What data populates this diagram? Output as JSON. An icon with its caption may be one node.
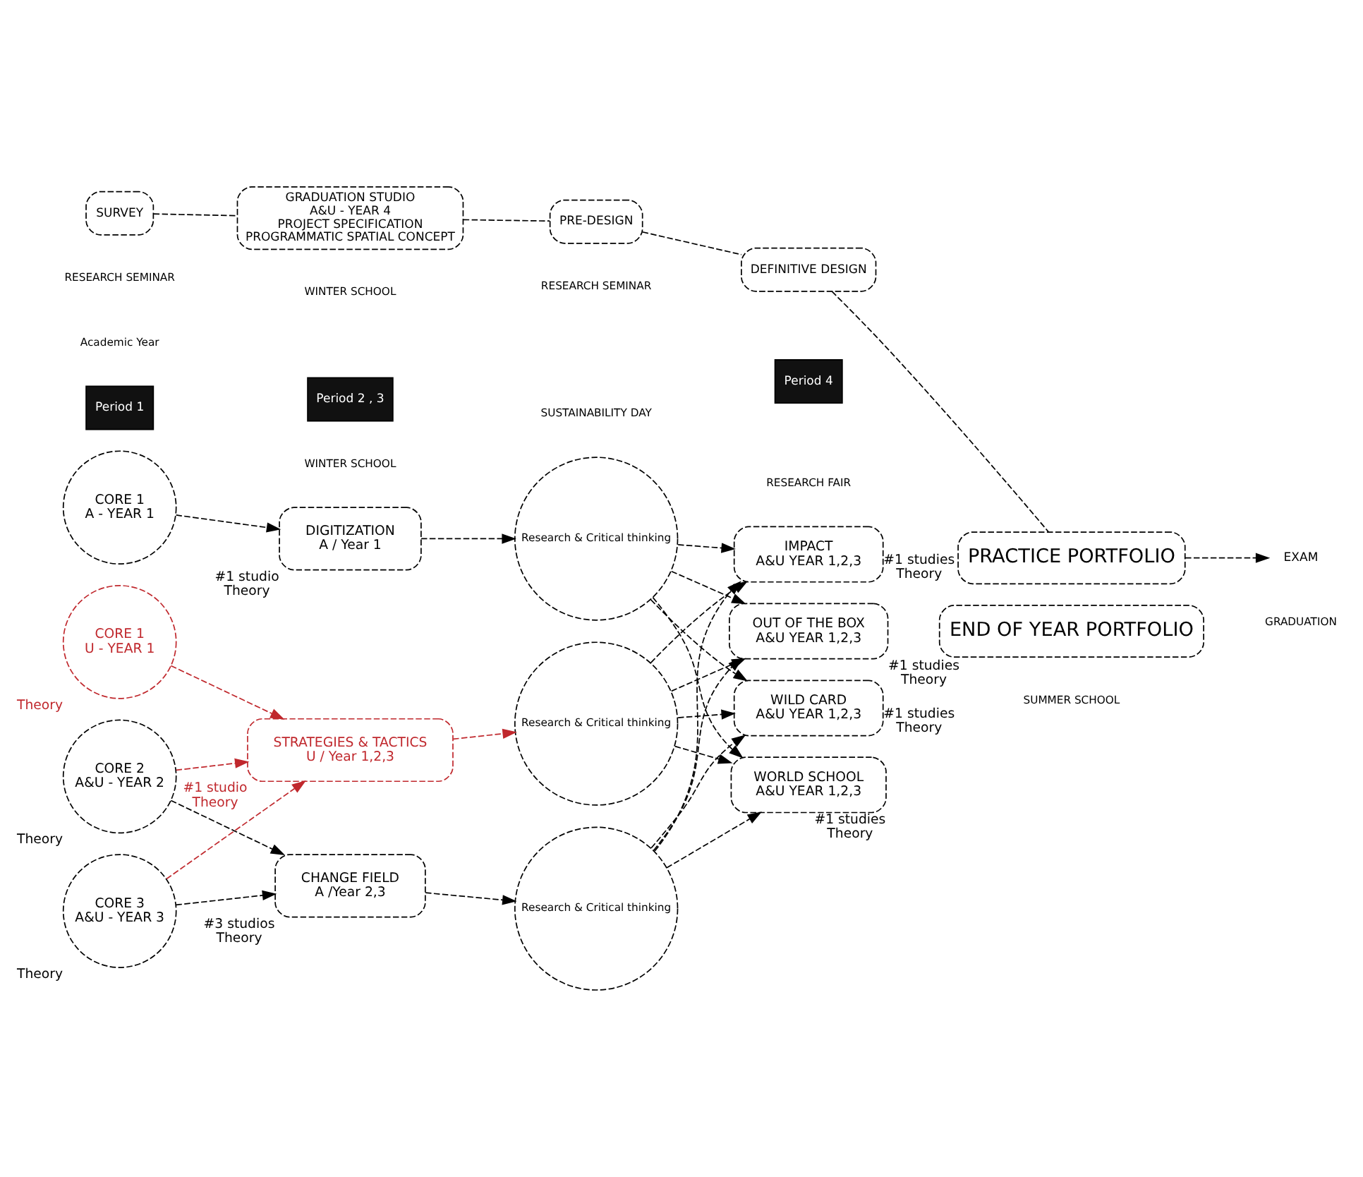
{
  "diagram": {
    "nodes": [
      {
        "text": [
          "Period 1"
        ]
      },
      {
        "text": [
          "Period 2 , 3"
        ]
      },
      {
        "text": [
          "Period 4"
        ]
      },
      {
        "text": [
          "CORE 1",
          "A - YEAR 1"
        ]
      },
      {
        "text": [
          "CORE 1",
          "U - YEAR 1"
        ],
        "beside": [
          "Theory"
        ]
      },
      {
        "text": [
          "CORE 2",
          "A&U - YEAR 2"
        ],
        "beside": [
          "Theory"
        ]
      },
      {
        "text": [
          "CORE 3",
          "A&U - YEAR 3"
        ],
        "beside": [
          "Theory"
        ]
      },
      {
        "text": [
          "DIGITIZATION",
          "A / Year 1"
        ],
        "beside": [
          "#1 studio",
          "Theory"
        ]
      },
      {
        "text": [
          "STRATEGIES & TACTICS",
          "U / Year 1,2,3"
        ],
        "beside": [
          "#1 studio",
          "Theory"
        ]
      },
      {
        "text": [
          "CHANGE FIELD",
          "A /Year 2,3"
        ],
        "beside": [
          "#3 studios",
          "Theory"
        ]
      },
      {
        "text": [
          "Research & Critical thinking"
        ]
      },
      {
        "text": [
          "Research & Critical thinking"
        ]
      },
      {
        "text": [
          "Research & Critical thinking"
        ]
      },
      {
        "text": [
          "IMPACT",
          "A&U YEAR 1,2,3"
        ],
        "beside": [
          "#1 studies",
          "Theory"
        ]
      },
      {
        "text": [
          "OUT OF THE BOX",
          "A&U YEAR 1,2,3"
        ],
        "beside": [
          "#1 studies",
          "Theory"
        ]
      },
      {
        "text": [
          "WILD CARD",
          "A&U YEAR 1,2,3"
        ],
        "beside": [
          "#1 studies",
          "Theory"
        ]
      },
      {
        "text": [
          "WORLD SCHOOL",
          "A&U YEAR 1,2,3"
        ],
        "beside": [
          "#1 studies",
          "Theory"
        ]
      },
      {
        "text": [
          "PRACTICE PORTFOLIO"
        ]
      },
      {
        "text": [
          "END OF YEAR PORTFOLIO"
        ]
      },
      {
        "text": [
          "SURVEY"
        ]
      },
      {
        "text": [
          "GRADUATION STUDIO",
          "A&U - YEAR 4",
          "PROJECT SPECIFICATION",
          "PROGRAMMATIC SPATIAL CONCEPT"
        ]
      },
      {
        "text": [
          "PRE-DESIGN"
        ]
      },
      {
        "text": [
          "DEFINITIVE DESIGN"
        ]
      },
      {
        "text": [
          "EXAM"
        ]
      }
    ],
    "edges": [
      {
        "from": 3,
        "to": 7,
        "arrow": "to",
        "style": "dashed"
      },
      {
        "from": 4,
        "to": 8,
        "arrow": "to",
        "style": "dashed",
        "color": "#c0282d"
      },
      {
        "from": 5,
        "to": 8,
        "arrow": "to",
        "style": "dashed",
        "color": "#c0282d"
      },
      {
        "from": 5,
        "to": 9,
        "arrow": "to",
        "style": "dashed"
      },
      {
        "from": 6,
        "to": 8,
        "arrow": "to",
        "style": "dashed",
        "color": "#c0282d"
      },
      {
        "from": 6,
        "to": 9,
        "arrow": "to",
        "style": "dashed"
      },
      {
        "from": 7,
        "to": 10,
        "arrow": "to",
        "style": "dashed"
      },
      {
        "from": 8,
        "to": 11,
        "arrow": "to",
        "style": "dashed",
        "color": "#c0282d"
      },
      {
        "from": 9,
        "to": 12,
        "arrow": "to",
        "style": "dashed"
      },
      {
        "from": 10,
        "to": 13,
        "arrow": "to",
        "style": "dashed"
      },
      {
        "from": 10,
        "to": 14,
        "arrow": "to",
        "style": "dashed"
      },
      {
        "from": 10,
        "to": 15,
        "arrow": "to",
        "style": "dashed"
      },
      {
        "from": 10,
        "to": 16,
        "arrow": "to",
        "style": "dashed"
      },
      {
        "from": 11,
        "to": 13,
        "arrow": "to",
        "style": "dashed"
      },
      {
        "from": 11,
        "to": 14,
        "arrow": "to",
        "style": "dashed"
      },
      {
        "from": 11,
        "to": 15,
        "arrow": "to",
        "style": "dashed"
      },
      {
        "from": 11,
        "to": 16,
        "arrow": "to",
        "style": "dashed"
      },
      {
        "from": 12,
        "to": 13,
        "arrow": "to",
        "style": "dashed"
      },
      {
        "from": 12,
        "to": 14,
        "arrow": "to",
        "style": "dashed"
      },
      {
        "from": 12,
        "to": 15,
        "arrow": "to",
        "style": "dashed"
      },
      {
        "from": 12,
        "to": 16,
        "arrow": "to",
        "style": "dashed"
      },
      {
        "from": 19,
        "to": 20,
        "arrow": "none",
        "style": "dashed"
      },
      {
        "from": 20,
        "to": 21,
        "arrow": "none",
        "style": "dashed"
      },
      {
        "from": 21,
        "to": 22,
        "arrow": "none",
        "style": "dashed"
      },
      {
        "from": 22,
        "to": 17,
        "arrow": "none",
        "style": "dashed"
      },
      {
        "from": 17,
        "to": 23,
        "arrow": "to",
        "style": "dashed"
      }
    ],
    "labels": [
      "Academic Year",
      "WINTER SCHOOL",
      "SUSTAINABILITY DAY",
      "RESEARCH FAIR",
      "SUMMER SCHOOL",
      "RESEARCH SEMINAR",
      "WINTER SCHOOL",
      "RESEARCH SEMINAR",
      "GRADUATION"
    ]
  }
}
